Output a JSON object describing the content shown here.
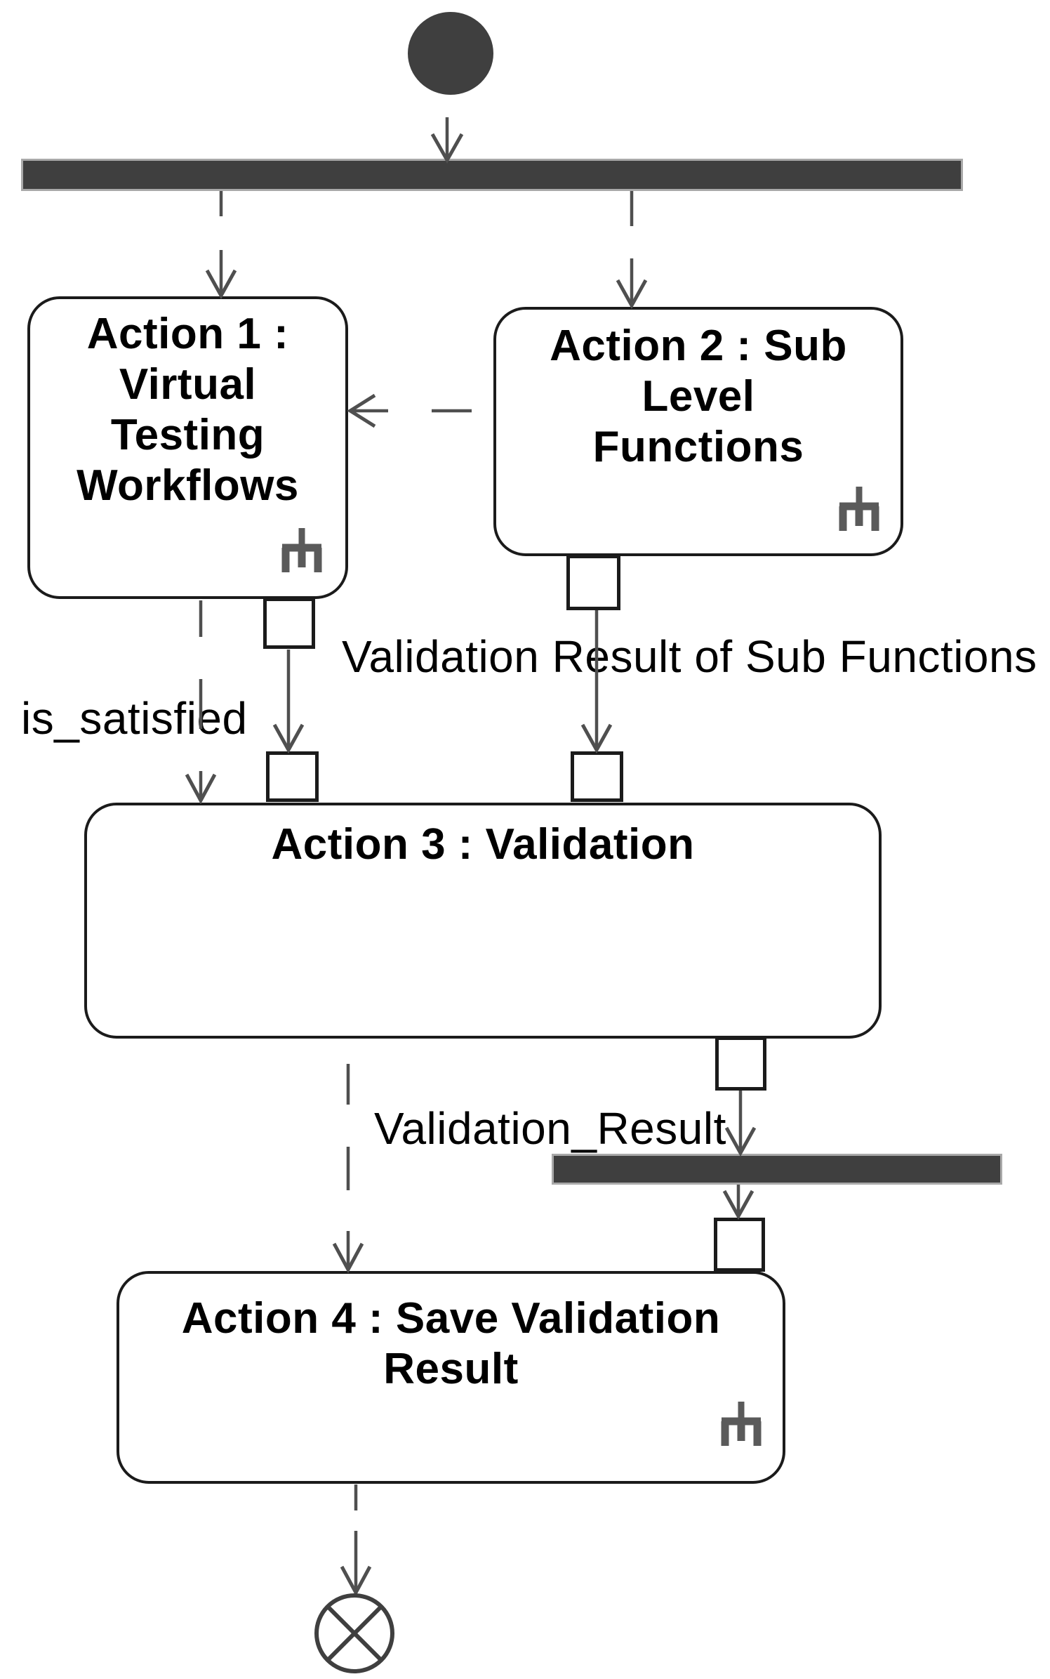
{
  "nodes": {
    "action1": {
      "label": "Action 1 : Virtual Testing Workflows",
      "lines": [
        "Action 1 :",
        "Virtual",
        "Testing",
        "Workflows"
      ],
      "icon": "rake-icon"
    },
    "action2": {
      "label": "Action 2 : Sub Level Functions",
      "lines": [
        "Action 2 : Sub",
        "Level",
        "Functions"
      ],
      "icon": "rake-icon"
    },
    "action3": {
      "label": "Action 3 : Validation",
      "lines": [
        "Action 3 : Validation"
      ]
    },
    "action4": {
      "label": "Action 4 : Save Validation Result",
      "lines": [
        "Action 4 : Save Validation",
        "Result"
      ],
      "icon": "rake-icon"
    }
  },
  "edge_labels": {
    "is_satisfied": "is_satisfied",
    "validation_result_of_sub_functions": "Validation Result of Sub Functions",
    "validation_result": "Validation_Result"
  },
  "colors": {
    "background": "#ffffff",
    "bar_fill": "#3f3f3f",
    "bar_edge": "#a9a9a9",
    "node_border": "#1b1b1b",
    "connector": "#4f4f4f",
    "text": "#000000",
    "rake_icon": "#5a5a5a"
  }
}
